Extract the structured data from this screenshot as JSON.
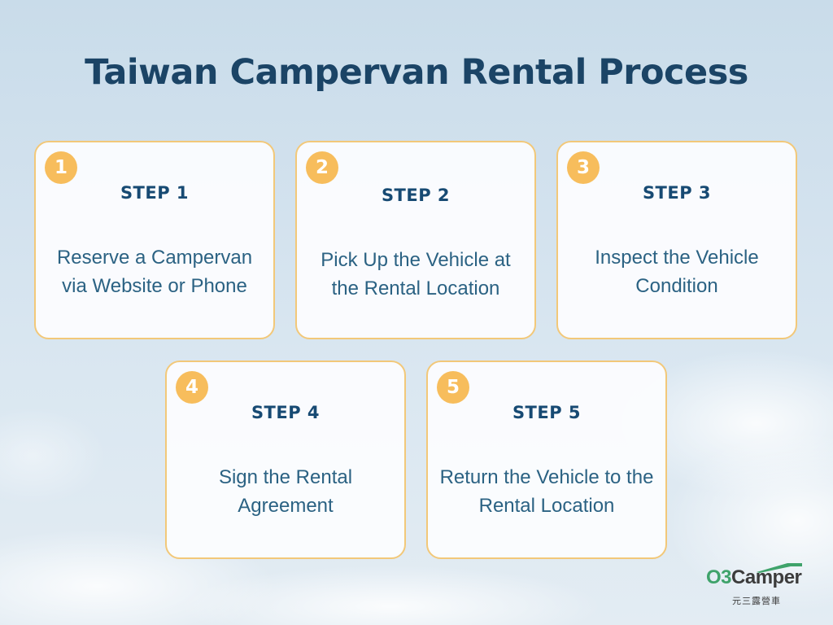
{
  "title": "Taiwan Campervan Rental Process",
  "steps": [
    {
      "number": "1",
      "label": "STEP 1",
      "description": "Reserve a Campervan via Website or Phone"
    },
    {
      "number": "2",
      "label": "STEP 2",
      "description": "Pick Up the Vehicle at the Rental Location"
    },
    {
      "number": "3",
      "label": "STEP 3",
      "description": "Inspect the Vehicle Condition"
    },
    {
      "number": "4",
      "label": "STEP 4",
      "description": "Sign the Rental Agreement"
    },
    {
      "number": "5",
      "label": "STEP 5",
      "description": "Return the Vehicle to the Rental Location"
    }
  ],
  "logo": {
    "prefix": "O3",
    "name": "Camper",
    "subtitle": "元三露營車"
  },
  "colors": {
    "title": "#1b4466",
    "badge": "#f7bd5c",
    "card_border": "#f2c879",
    "step_label": "#174a73",
    "description": "#2b6283",
    "logo_green": "#3fa36b"
  }
}
